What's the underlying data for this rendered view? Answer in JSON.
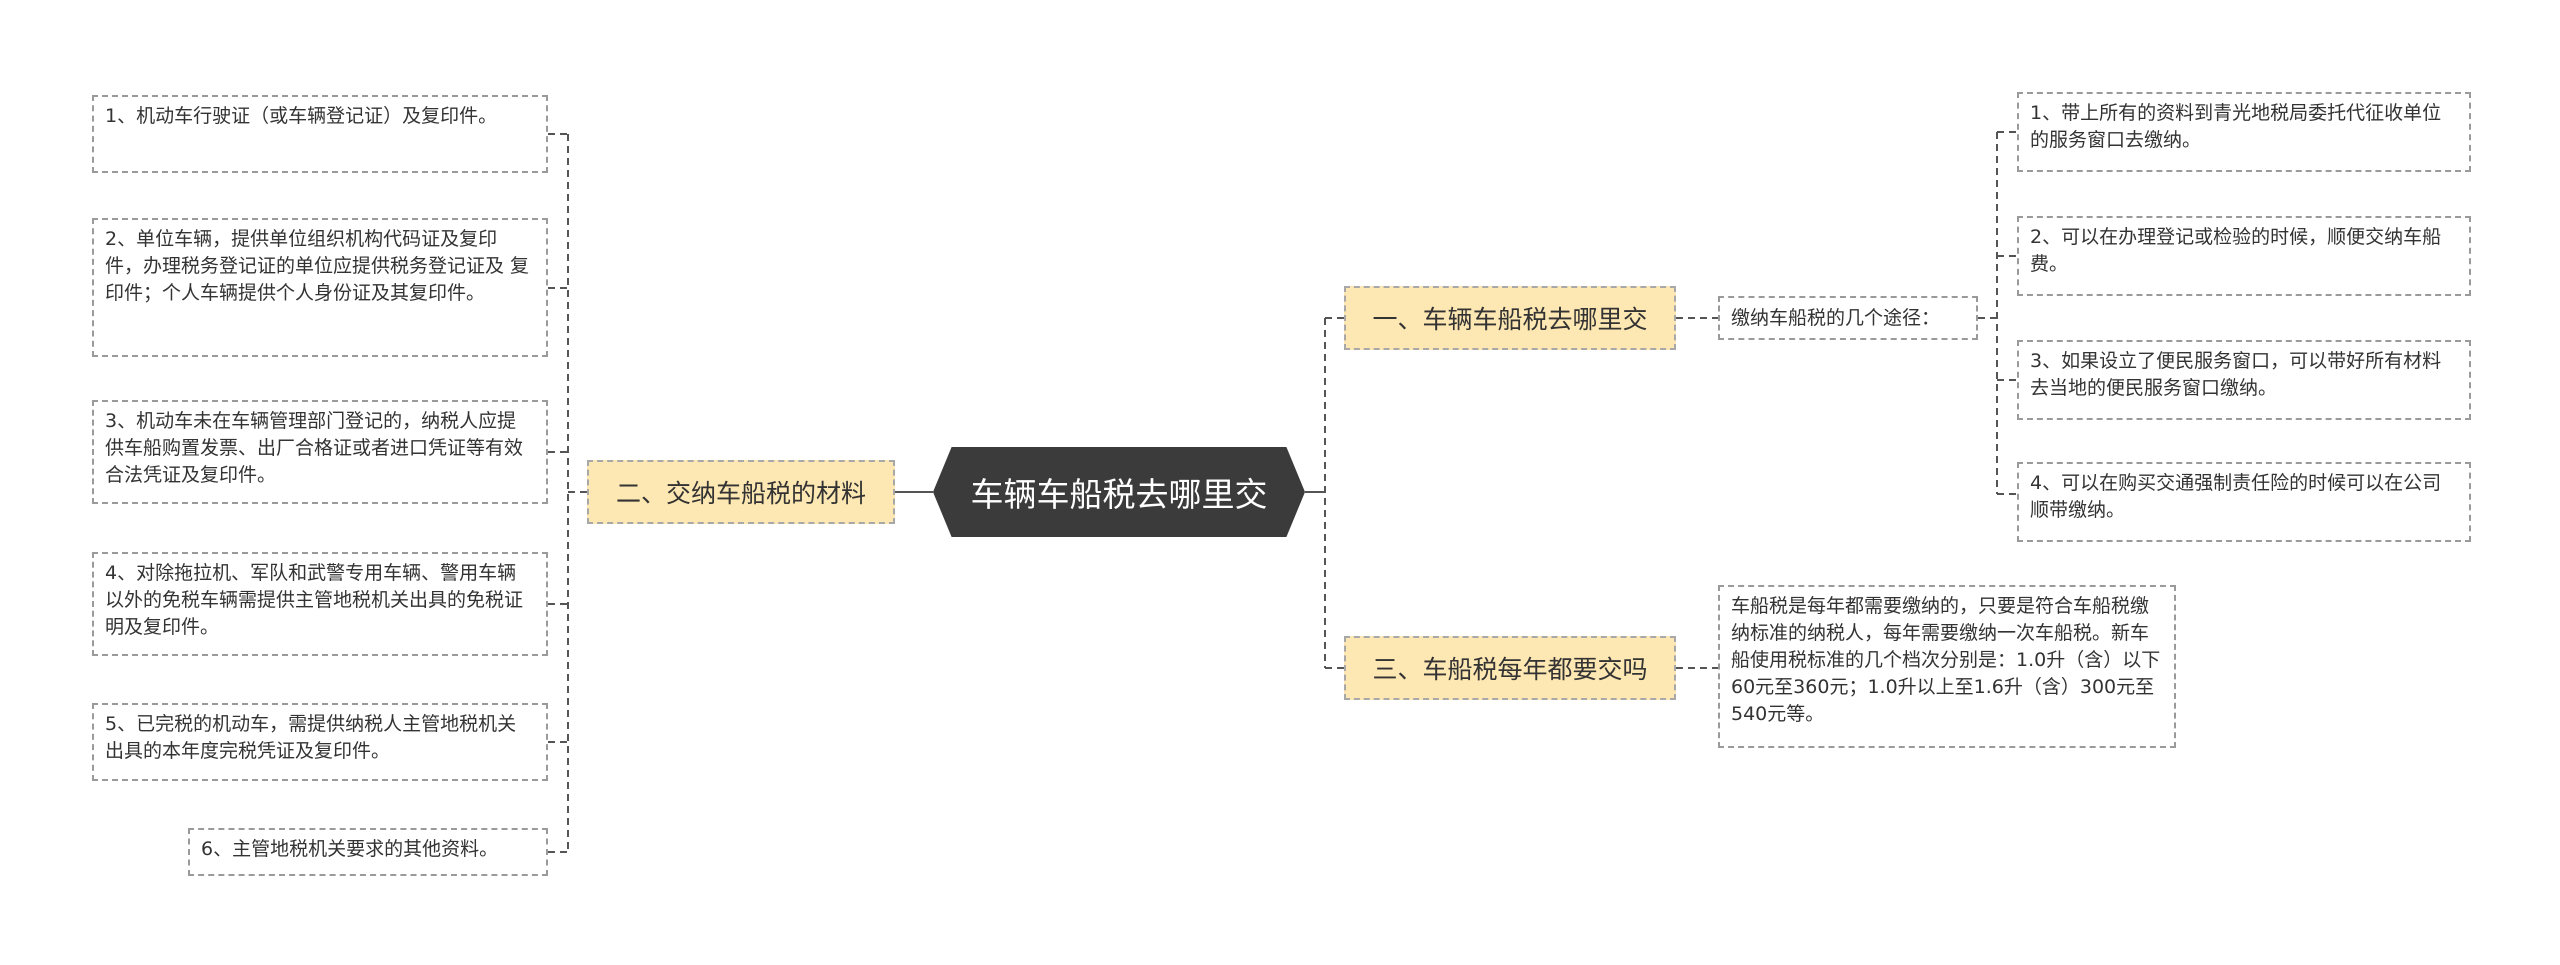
{
  "root": {
    "title": "车辆车船税去哪里交"
  },
  "branches": {
    "where": "一、车辆车船税去哪里交",
    "materials": "二、交纳车船税的材料",
    "yearly": "三、车船税每年都要交吗"
  },
  "where": {
    "hub": "缴纳车船税的几个途径：",
    "items": [
      "1、带上所有的资料到青光地税局委托代征收单位的服务窗口去缴纳。",
      "2、可以在办理登记或检验的时候，顺便交纳车船费。",
      "3、如果设立了便民服务窗口，可以带好所有材料去当地的便民服务窗口缴纳。",
      "4、可以在购买交通强制责任险的时候可以在公司顺带缴纳。"
    ]
  },
  "materials": {
    "items": [
      "1、机动车行驶证（或车辆登记证）及复印件。",
      "2、单位车辆，提供单位组织机构代码证及复印件，办理税务登记证的单位应提供税务登记证及 复印件；个人车辆提供个人身份证及其复印件。",
      "3、机动车未在车辆管理部门登记的，纳税人应提供车船购置发票、出厂合格证或者进口凭证等有效合法凭证及复印件。",
      "4、对除拖拉机、军队和武警专用车辆、警用车辆以外的免税车辆需提供主管地税机关出具的免税证明及复印件。",
      "5、已完税的机动车，需提供纳税人主管地税机关出具的本年度完税凭证及复印件。",
      "6、主管地税机关要求的其他资料。"
    ]
  },
  "yearly": {
    "detail": "车船税是每年都需要缴纳的，只要是符合车船税缴纳标准的纳税人，每年需要缴纳一次车船税。新车船使用税标准的几个档次分别是：1.0升（含）以下60元至360元；1.0升以上至1.6升（含）300元至540元等。"
  }
}
